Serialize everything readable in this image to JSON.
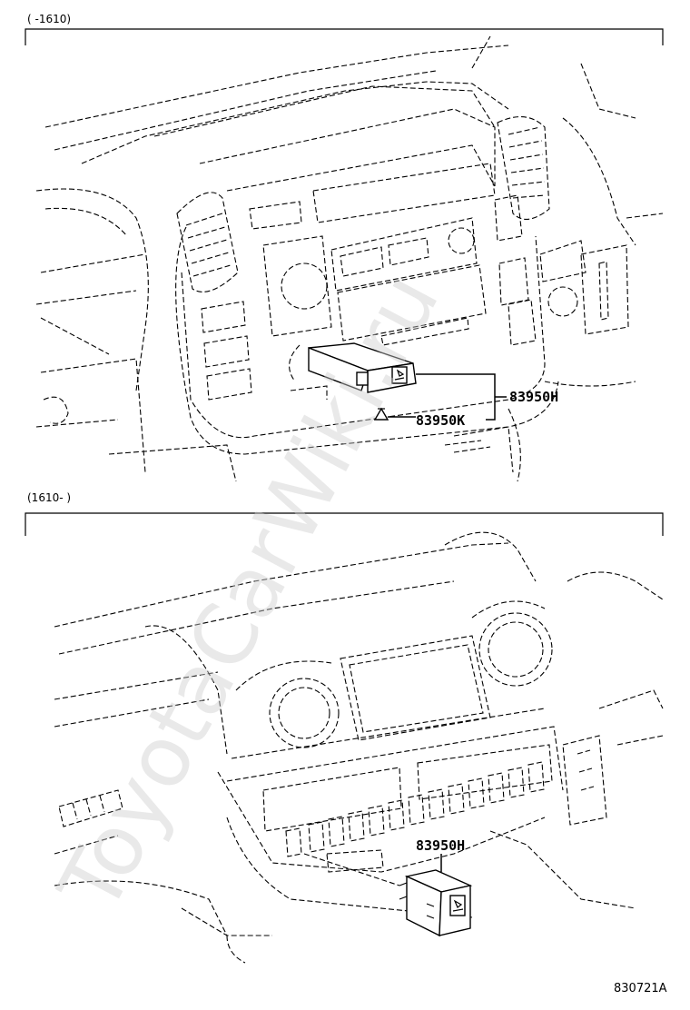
{
  "sections": [
    {
      "header": "(     -1610)"
    },
    {
      "header": "(1610-     )"
    }
  ],
  "labels": {
    "top_switch": "83950H",
    "top_bulb": "83950K",
    "bottom_switch": "83950H"
  },
  "watermark": "ToyotaCarWiki.ru",
  "figure_code": "830721A"
}
